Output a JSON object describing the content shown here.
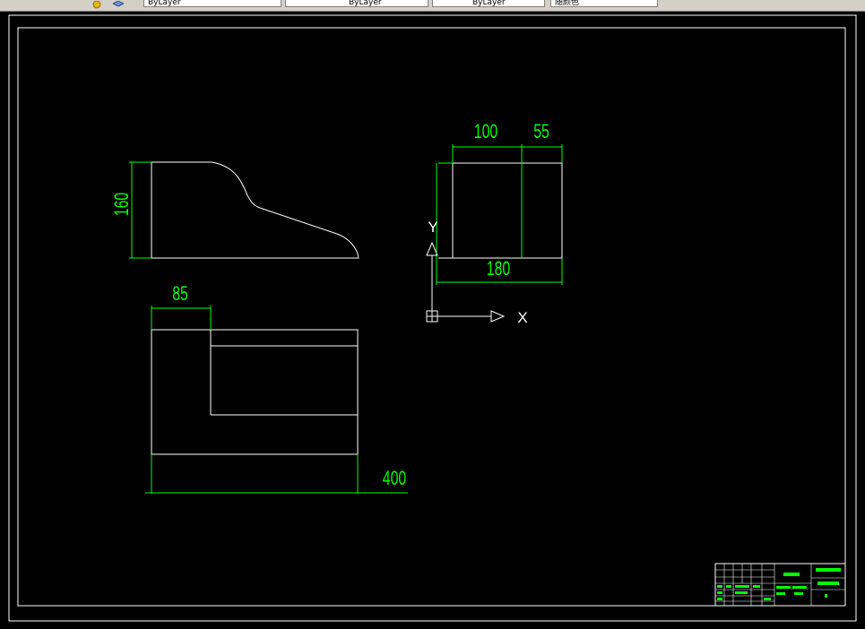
{
  "toolbar": {
    "fields": [
      "ByLayer",
      "ByLayer",
      "ByLayer",
      "随颜色"
    ],
    "icons": [
      "layer-state-icon",
      "layer-cube-icon"
    ]
  },
  "drawing": {
    "dims": {
      "d160": "160",
      "d85": "85",
      "d400": "400",
      "d100": "100",
      "d55": "55",
      "d180": "180"
    },
    "ucs": {
      "x": "X",
      "y": "Y"
    },
    "colors": {
      "geometry": "#ffffff",
      "dimension": "#00ff00",
      "background": "#000000"
    }
  }
}
